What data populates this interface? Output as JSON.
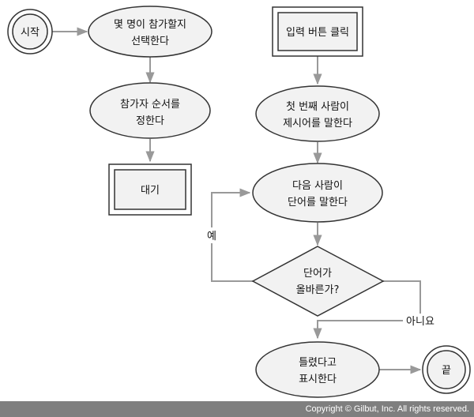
{
  "nodes": {
    "start": "시작",
    "choose_count": [
      "몇 명이 참가할지",
      "선택한다"
    ],
    "decide_order": [
      "참가자 순서를",
      "정한다"
    ],
    "wait": "대기",
    "input_click": "입력 버튼 클릭",
    "first_person": [
      "첫 번째 사람이",
      "제시어를 말한다"
    ],
    "next_person": [
      "다음 사람이",
      "단어를 말한다"
    ],
    "is_correct": [
      "단어가",
      "올바른가?"
    ],
    "show_wrong": [
      "틀렸다고",
      "표시한다"
    ],
    "end": "끝"
  },
  "edge_labels": {
    "yes": "예",
    "no": "아니요"
  },
  "footer": "Copyright © Gilbut, Inc. All rights reserved.",
  "colors": {
    "stroke": "#333333",
    "fill": "#f2f2f2",
    "arrow": "#999999",
    "footer_bg": "#7f7f7f"
  }
}
